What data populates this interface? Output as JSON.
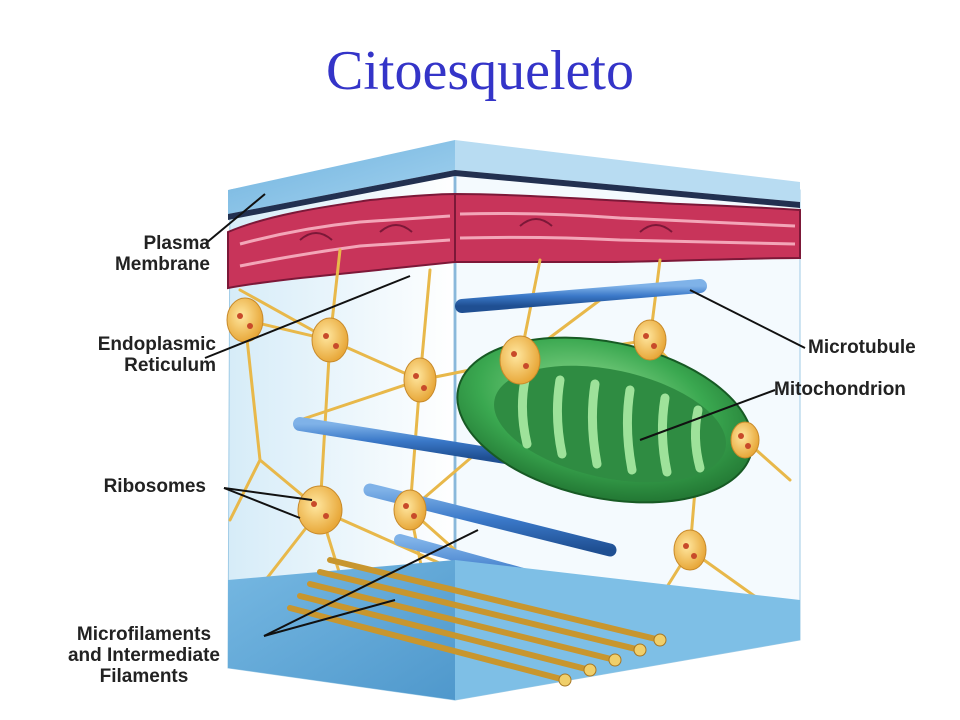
{
  "title": "Citoesqueleto",
  "labels": {
    "plasma_membrane": [
      "Plasma",
      "Membrane"
    ],
    "endoplasmic_reticulum": [
      "Endoplasmic",
      "Reticulum"
    ],
    "ribosomes": [
      "Ribosomes"
    ],
    "microfilaments": [
      "Microfilaments",
      "and Intermediate",
      "Filaments"
    ],
    "microtubule": [
      "Microtubule"
    ],
    "mitochondrion": [
      "Mitochondrion"
    ]
  },
  "colors": {
    "title": "#3434c8",
    "membrane": "#8fc8e8",
    "reticulum": "#c8345a",
    "microtubule": "#3a78c8",
    "mitochondrion": "#3aa850",
    "filament": "#e8b84a",
    "ribosome": "#c84a2a"
  }
}
